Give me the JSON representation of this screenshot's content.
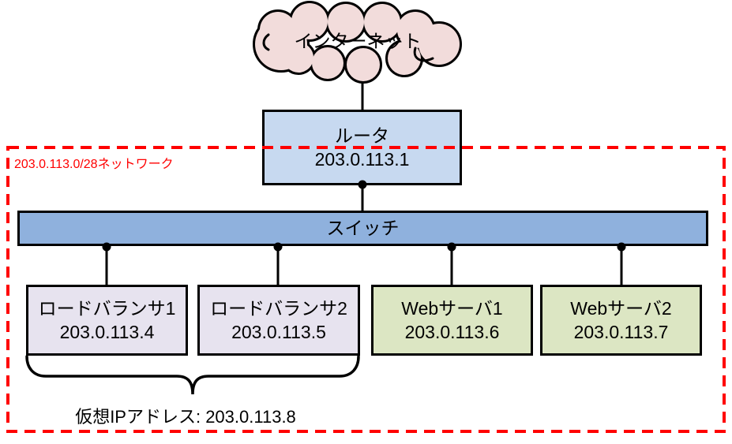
{
  "diagram": {
    "title_implicit": "load-balanced web server network diagram",
    "internet": {
      "label": "インターネット",
      "fill": "#f2dcdb"
    },
    "router": {
      "name": "ルータ",
      "ip": "203.0.113.1",
      "fill": "#c7d9f0"
    },
    "network_boundary": {
      "label": "203.0.113.0/28ネットワーク",
      "color": "#ff0000"
    },
    "switch": {
      "label": "スイッチ",
      "fill": "#8fb1dd"
    },
    "nodes": [
      {
        "name": "ロードバランサ1",
        "ip": "203.0.113.4",
        "fill": "#e7e3ef"
      },
      {
        "name": "ロードバランサ2",
        "ip": "203.0.113.5",
        "fill": "#e7e3ef"
      },
      {
        "name": "Webサーバ1",
        "ip": "203.0.113.6",
        "fill": "#dce6c3"
      },
      {
        "name": "Webサーバ2",
        "ip": "203.0.113.7",
        "fill": "#dce6c3"
      }
    ],
    "virtual_ip": {
      "label": "仮想IPアドレス: 203.0.113.8"
    },
    "line_color": "#000000"
  }
}
